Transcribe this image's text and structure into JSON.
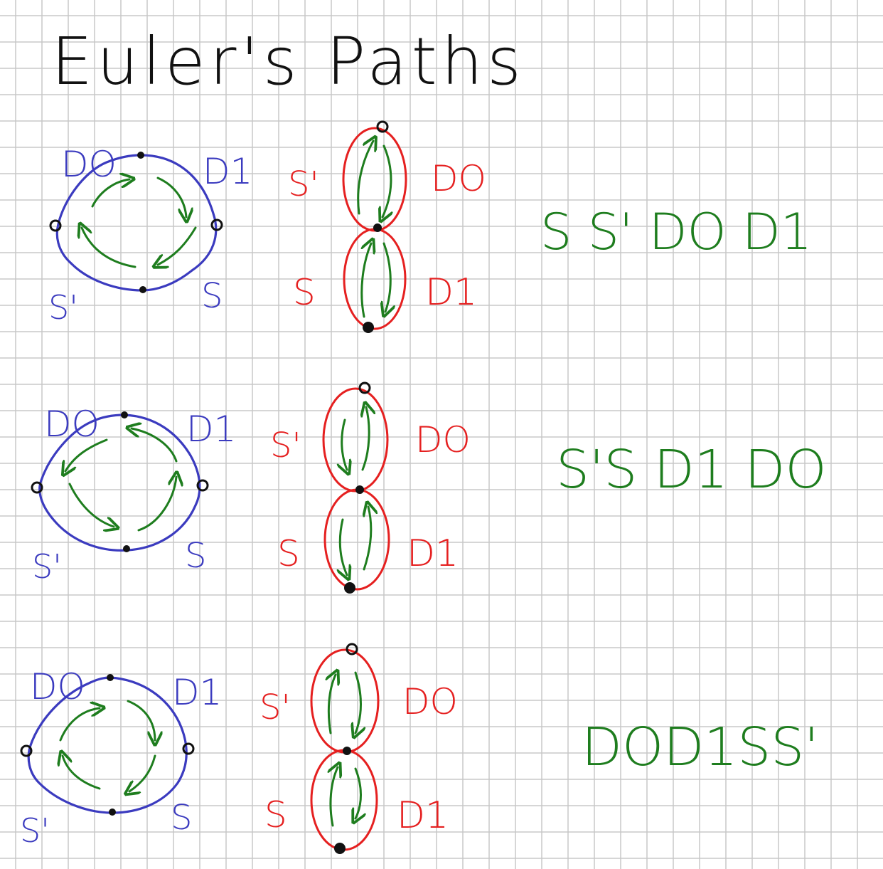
{
  "title": "Euler's Paths",
  "colors": {
    "grid": "#c8c8c8",
    "paper": "#ffffff",
    "blue": "#3b3bbf",
    "red": "#e52020",
    "green": "#1e7d1e",
    "black": "#111111"
  },
  "examples": [
    {
      "circuit_labels": {
        "top_left": "DO",
        "top_right": "D1",
        "bottom_left": "S'",
        "bottom_right": "S"
      },
      "dual_labels": {
        "upper_left": "S'",
        "upper_right": "DO",
        "lower_left": "S",
        "lower_right": "D1"
      },
      "path": "S S' DO D1",
      "direction": "clockwise"
    },
    {
      "circuit_labels": {
        "top_left": "DO",
        "top_right": "D1",
        "bottom_left": "S'",
        "bottom_right": "S"
      },
      "dual_labels": {
        "upper_left": "S'",
        "upper_right": "DO",
        "lower_left": "S",
        "lower_right": "D1"
      },
      "path": "S'S D1 DO",
      "direction": "counterclockwise"
    },
    {
      "circuit_labels": {
        "top_left": "DO",
        "top_right": "D1",
        "bottom_left": "S'",
        "bottom_right": "S"
      },
      "dual_labels": {
        "upper_left": "S'",
        "upper_right": "DO",
        "lower_left": "S",
        "lower_right": "D1"
      },
      "path": "DOD1SS'",
      "direction": "clockwise"
    }
  ]
}
